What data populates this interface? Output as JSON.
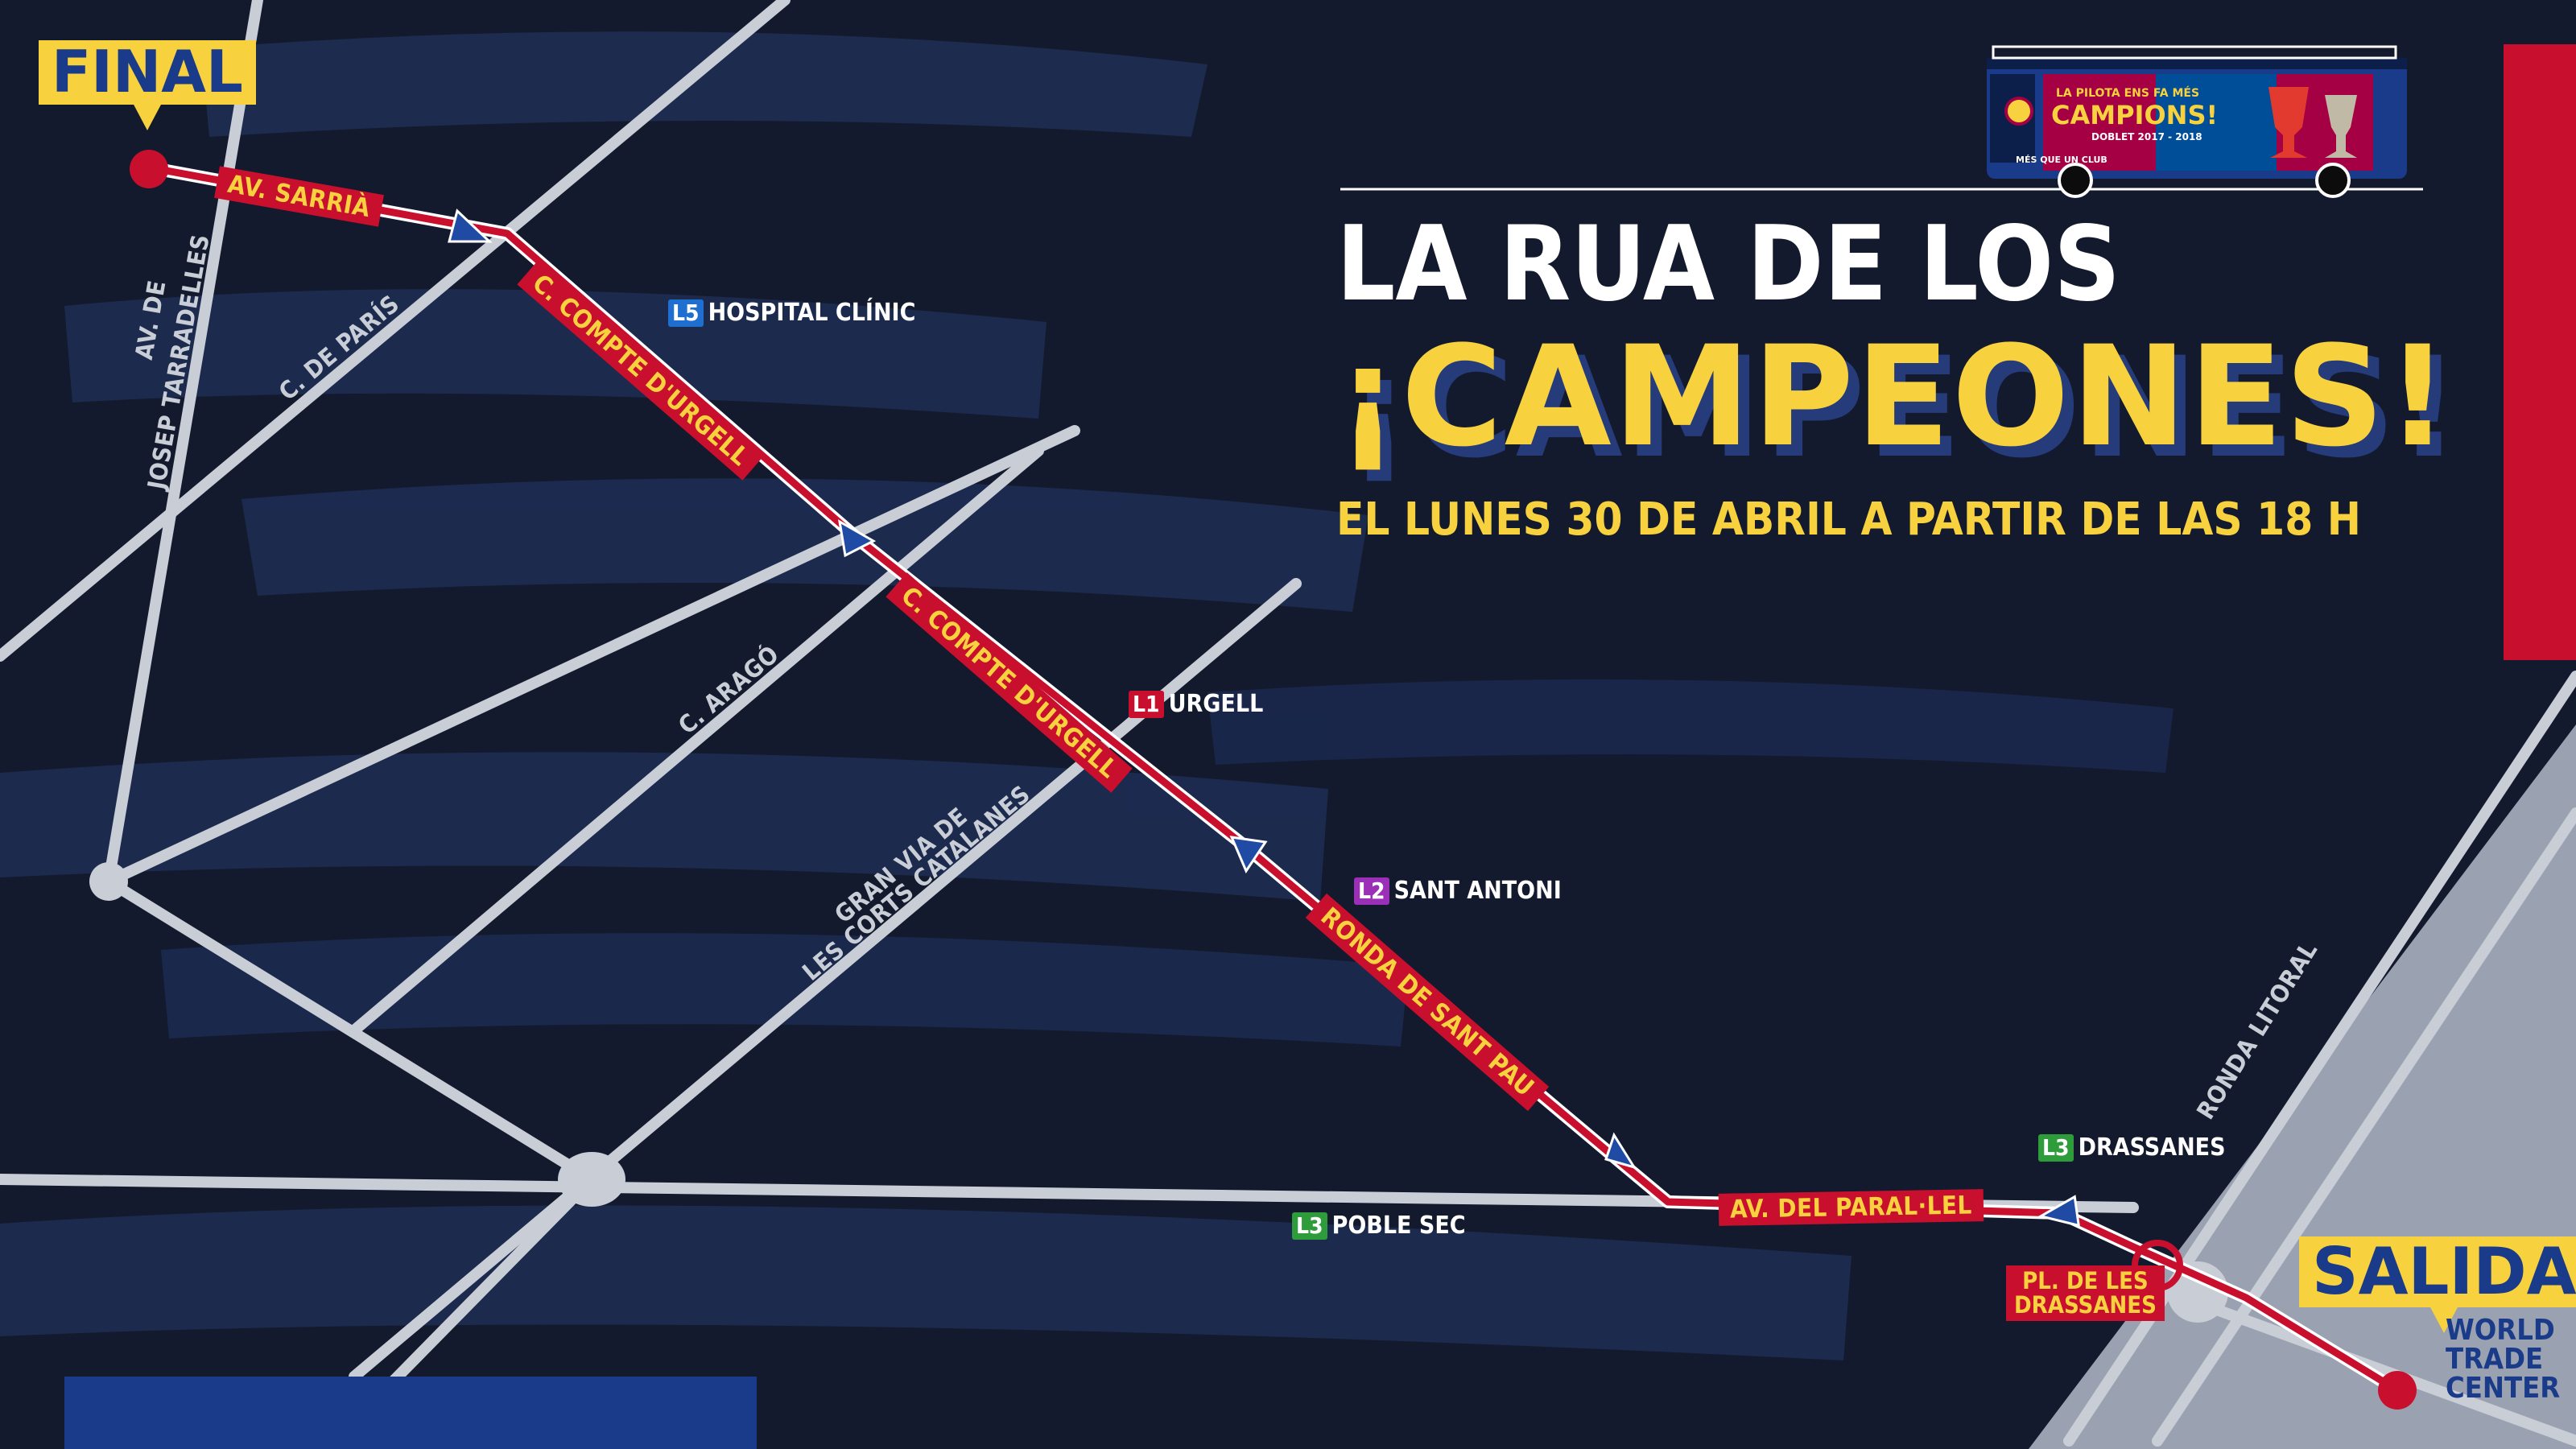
{
  "header": {
    "line1": "LA RUA DE LOS",
    "line2": "¡CAMPEONES!",
    "date": "EL LUNES 30 DE ABRIL A PARTIR DE LAS 18 H"
  },
  "bus": {
    "slogan_top": "LA PILOTA ENS FA MÉS",
    "slogan_main": "CAMPIONS!",
    "slogan_sub": "DOBLET 2017 - 2018",
    "motto": "MÉS QUE UN CLUB"
  },
  "markers": {
    "start": "SALIDA",
    "end": "FINAL",
    "start_place": [
      "WORLD",
      "TRADE",
      "CENTER"
    ]
  },
  "route_labels": [
    "AV. SARRIÀ",
    "C. COMPTE D'URGELL",
    "C. COMPTE D'URGELL",
    "RONDA DE SANT PAU",
    "AV. DEL PARAL·LEL",
    "PL. DE LES",
    "DRASSANES"
  ],
  "streets": [
    "AV. DE",
    "JOSEP TARRADELLES",
    "C. DE PARÍS",
    "C. ARAGÓ",
    "GRAN VIA DE",
    "LES CORTS CATALANES",
    "RONDA LITORAL"
  ],
  "metro": [
    {
      "line": "L5",
      "name": "HOSPITAL CLÍNIC",
      "color": "#1f6fd1"
    },
    {
      "line": "L1",
      "name": "URGELL",
      "color": "#c8102e"
    },
    {
      "line": "L2",
      "name": "SANT ANTONI",
      "color": "#9b2fb8"
    },
    {
      "line": "L3",
      "name": "DRASSANES",
      "color": "#2e9c3a"
    },
    {
      "line": "L3",
      "name": "POBLE SEC",
      "color": "#2e9c3a"
    }
  ],
  "colors": {
    "background": "#141a2d",
    "route": "#c8102e",
    "street": "#c9cdd6",
    "accent_yellow": "#f7d23e",
    "blaugrana_blue": "#1a3a8a",
    "port_area": "#9aa2b1"
  }
}
